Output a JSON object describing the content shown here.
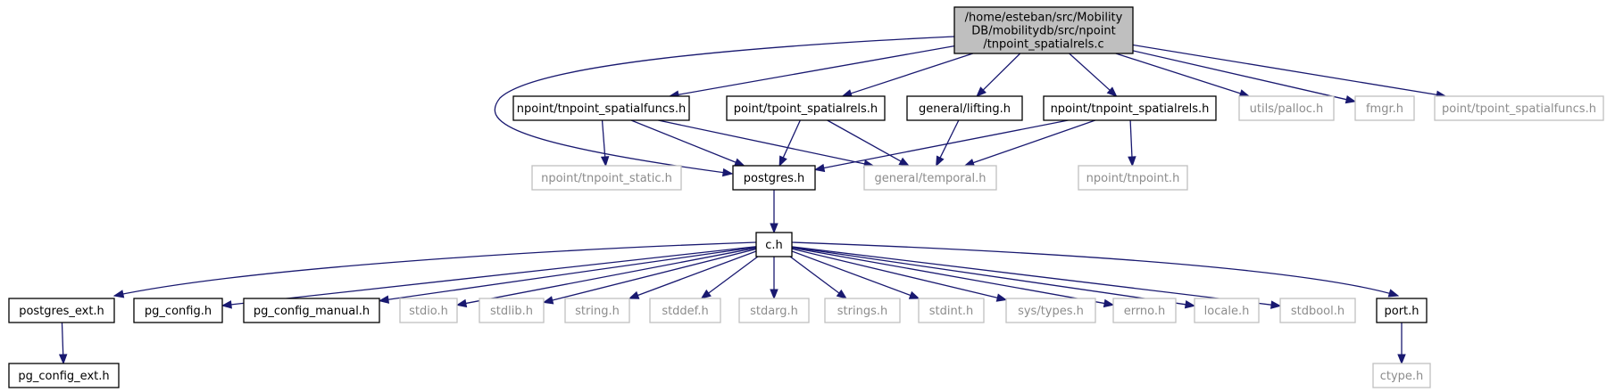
{
  "colors": {
    "edge": "#191970",
    "root_fill": "#bfbfbf",
    "node_border": "#000000",
    "muted_border": "#bfbfbf",
    "muted_text": "#8c8c8c",
    "background": "#ffffff"
  },
  "nodes": {
    "root": {
      "lines": [
        "/home/esteban/src/Mobility",
        "DB/mobilitydb/src/npoint",
        "/tnpoint_spatialrels.c"
      ],
      "style": "root"
    },
    "tnpoint_spatialfuncs": {
      "lines": [
        "npoint/tnpoint_spatialfuncs.h"
      ],
      "style": "normal"
    },
    "tpoint_spatialrels": {
      "lines": [
        "point/tpoint_spatialrels.h"
      ],
      "style": "normal"
    },
    "lifting": {
      "lines": [
        "general/lifting.h"
      ],
      "style": "normal"
    },
    "tnpoint_spatialrels_h": {
      "lines": [
        "npoint/tnpoint_spatialrels.h"
      ],
      "style": "normal"
    },
    "palloc": {
      "lines": [
        "utils/palloc.h"
      ],
      "style": "muted"
    },
    "fmgr": {
      "lines": [
        "fmgr.h"
      ],
      "style": "muted"
    },
    "tpoint_spatialfuncs": {
      "lines": [
        "point/tpoint_spatialfuncs.h"
      ],
      "style": "muted"
    },
    "tnpoint_static": {
      "lines": [
        "npoint/tnpoint_static.h"
      ],
      "style": "muted"
    },
    "postgres": {
      "lines": [
        "postgres.h"
      ],
      "style": "normal"
    },
    "temporal": {
      "lines": [
        "general/temporal.h"
      ],
      "style": "muted"
    },
    "tnpoint": {
      "lines": [
        "npoint/tnpoint.h"
      ],
      "style": "muted"
    },
    "c": {
      "lines": [
        "c.h"
      ],
      "style": "normal"
    },
    "postgres_ext": {
      "lines": [
        "postgres_ext.h"
      ],
      "style": "normal"
    },
    "pg_config": {
      "lines": [
        "pg_config.h"
      ],
      "style": "normal"
    },
    "pg_config_manual": {
      "lines": [
        "pg_config_manual.h"
      ],
      "style": "normal"
    },
    "stdio": {
      "lines": [
        "stdio.h"
      ],
      "style": "muted"
    },
    "stdlib": {
      "lines": [
        "stdlib.h"
      ],
      "style": "muted"
    },
    "string": {
      "lines": [
        "string.h"
      ],
      "style": "muted"
    },
    "stddef": {
      "lines": [
        "stddef.h"
      ],
      "style": "muted"
    },
    "stdarg": {
      "lines": [
        "stdarg.h"
      ],
      "style": "muted"
    },
    "strings": {
      "lines": [
        "strings.h"
      ],
      "style": "muted"
    },
    "stdint": {
      "lines": [
        "stdint.h"
      ],
      "style": "muted"
    },
    "systypes": {
      "lines": [
        "sys/types.h"
      ],
      "style": "muted"
    },
    "errno": {
      "lines": [
        "errno.h"
      ],
      "style": "muted"
    },
    "locale": {
      "lines": [
        "locale.h"
      ],
      "style": "muted"
    },
    "stdbool": {
      "lines": [
        "stdbool.h"
      ],
      "style": "muted"
    },
    "port": {
      "lines": [
        "port.h"
      ],
      "style": "normal"
    },
    "pg_config_ext": {
      "lines": [
        "pg_config_ext.h"
      ],
      "style": "normal"
    },
    "ctype": {
      "lines": [
        "ctype.h"
      ],
      "style": "muted"
    }
  },
  "edges": [
    [
      "root",
      "tnpoint_spatialfuncs"
    ],
    [
      "root",
      "tpoint_spatialrels"
    ],
    [
      "root",
      "lifting"
    ],
    [
      "root",
      "tnpoint_spatialrels_h"
    ],
    [
      "root",
      "palloc"
    ],
    [
      "root",
      "fmgr"
    ],
    [
      "root",
      "tpoint_spatialfuncs"
    ],
    [
      "root",
      "postgres"
    ],
    [
      "tnpoint_spatialfuncs",
      "tnpoint_static"
    ],
    [
      "tnpoint_spatialfuncs",
      "postgres"
    ],
    [
      "tnpoint_spatialfuncs",
      "temporal"
    ],
    [
      "tpoint_spatialrels",
      "postgres"
    ],
    [
      "tpoint_spatialrels",
      "temporal"
    ],
    [
      "lifting",
      "temporal"
    ],
    [
      "tnpoint_spatialrels_h",
      "postgres"
    ],
    [
      "tnpoint_spatialrels_h",
      "temporal"
    ],
    [
      "tnpoint_spatialrels_h",
      "tnpoint"
    ],
    [
      "postgres",
      "c"
    ],
    [
      "c",
      "postgres_ext"
    ],
    [
      "c",
      "pg_config"
    ],
    [
      "c",
      "pg_config_manual"
    ],
    [
      "c",
      "stdio"
    ],
    [
      "c",
      "stdlib"
    ],
    [
      "c",
      "string"
    ],
    [
      "c",
      "stddef"
    ],
    [
      "c",
      "stdarg"
    ],
    [
      "c",
      "strings"
    ],
    [
      "c",
      "stdint"
    ],
    [
      "c",
      "systypes"
    ],
    [
      "c",
      "errno"
    ],
    [
      "c",
      "locale"
    ],
    [
      "c",
      "stdbool"
    ],
    [
      "c",
      "port"
    ],
    [
      "postgres_ext",
      "pg_config_ext"
    ],
    [
      "port",
      "ctype"
    ]
  ]
}
